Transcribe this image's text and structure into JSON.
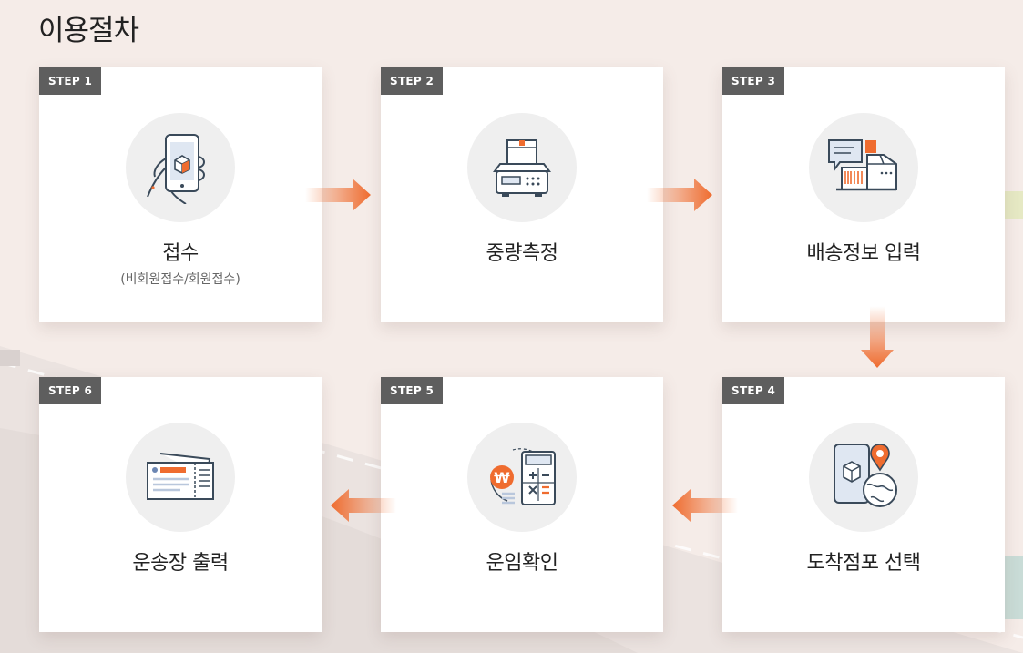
{
  "page": {
    "title": "이용절차"
  },
  "steps": [
    {
      "badge": "STEP 1",
      "title": "접수",
      "subtitle": "(비회원접수/회원접수)",
      "icon": "phone-box-icon"
    },
    {
      "badge": "STEP 2",
      "title": "중량측정",
      "icon": "scale-icon"
    },
    {
      "badge": "STEP 3",
      "title": "배송정보 입력",
      "icon": "shipping-info-icon"
    },
    {
      "badge": "STEP 4",
      "title": "도착점포 선택",
      "icon": "location-globe-icon"
    },
    {
      "badge": "STEP 5",
      "title": "운임확인",
      "icon": "calculator-won-icon"
    },
    {
      "badge": "STEP 6",
      "title": "운송장 출력",
      "icon": "waybill-icon"
    }
  ],
  "colors": {
    "accent": "#ef6c2f",
    "badge": "#5e5e5e",
    "background": "#f5ece8"
  }
}
